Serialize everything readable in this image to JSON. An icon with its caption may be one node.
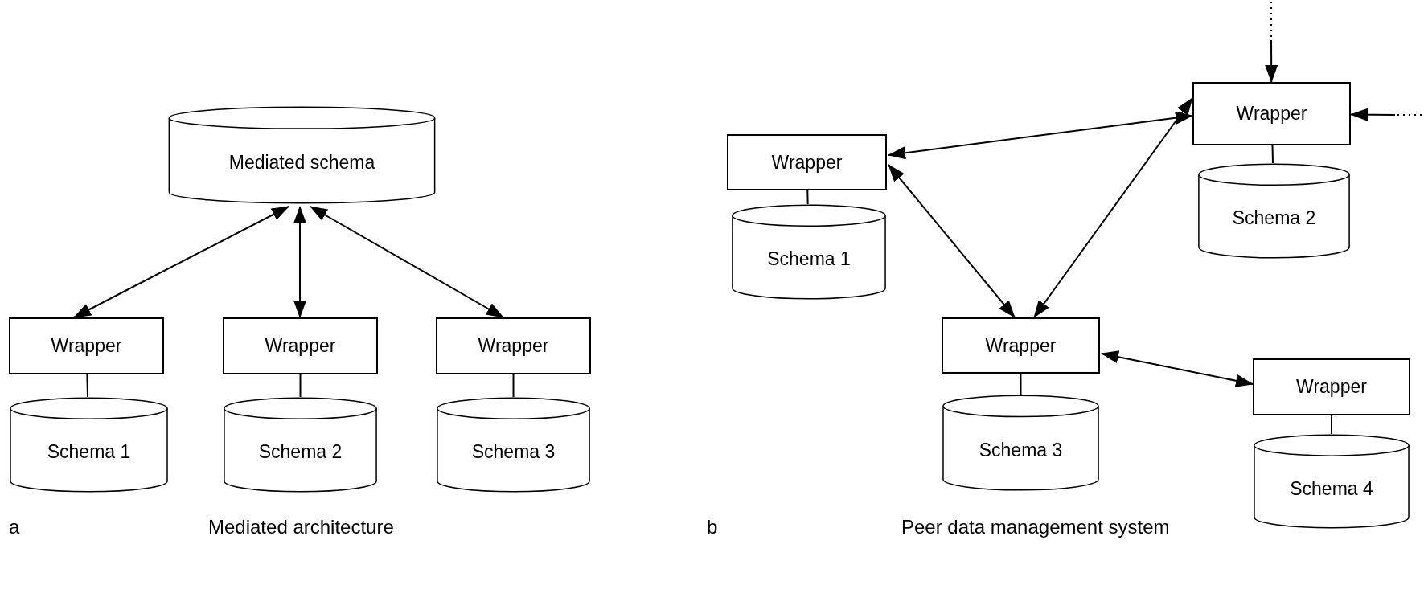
{
  "diagram": {
    "nodes": [
      {
        "text": [
          "Mediated schema"
        ]
      },
      {
        "text": [
          "Wrapper"
        ]
      },
      {
        "text": [
          "Wrapper"
        ]
      },
      {
        "text": [
          "Wrapper"
        ]
      },
      {
        "text": [
          "Schema 1"
        ]
      },
      {
        "text": [
          "Schema 2"
        ]
      },
      {
        "text": [
          "Schema 3"
        ]
      },
      {
        "text": [
          "Wrapper"
        ]
      },
      {
        "text": [
          "Schema 1"
        ]
      },
      {
        "text": [
          "Wrapper"
        ]
      },
      {
        "text": [
          "Schema 2"
        ]
      },
      {
        "text": [
          "Wrapper"
        ]
      },
      {
        "text": [
          "Schema 3"
        ]
      },
      {
        "text": [
          "Wrapper"
        ]
      },
      {
        "text": [
          "Schema 4"
        ]
      }
    ],
    "edges": [
      {
        "from": 0,
        "to": 1,
        "arrow": "both"
      },
      {
        "from": 0,
        "to": 2,
        "arrow": "both"
      },
      {
        "from": 0,
        "to": 3,
        "arrow": "both"
      },
      {
        "from": 1,
        "to": 4,
        "arrow": "none"
      },
      {
        "from": 2,
        "to": 5,
        "arrow": "none"
      },
      {
        "from": 3,
        "to": 6,
        "arrow": "none"
      },
      {
        "from": 7,
        "to": 8,
        "arrow": "none"
      },
      {
        "from": 9,
        "to": 10,
        "arrow": "none"
      },
      {
        "from": 11,
        "to": 12,
        "arrow": "none"
      },
      {
        "from": 13,
        "to": 14,
        "arrow": "none"
      },
      {
        "from": 7,
        "to": 9,
        "arrow": "both"
      },
      {
        "from": 7,
        "to": 11,
        "arrow": "both"
      },
      {
        "from": 9,
        "to": 11,
        "arrow": "both"
      },
      {
        "from": 11,
        "to": 13,
        "arrow": "both"
      },
      {
        "from": null,
        "to": 9,
        "arrow": "to"
      },
      {
        "from": null,
        "to": 9,
        "arrow": "to"
      }
    ],
    "labels": [
      "a",
      "Mediated architecture",
      "b",
      "Peer data management system"
    ]
  }
}
